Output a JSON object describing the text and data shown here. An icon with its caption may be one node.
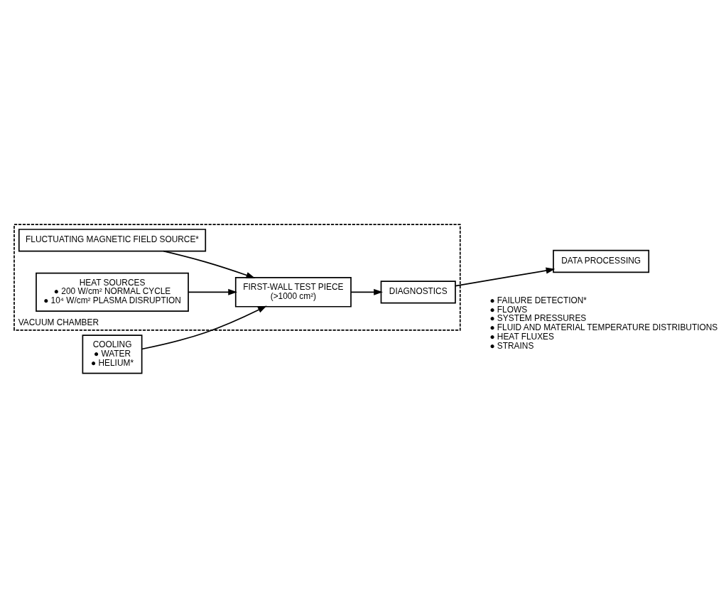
{
  "diagram": {
    "nodes": [
      {
        "text": [
          "VACUUM CHAMBER"
        ]
      },
      {
        "text": [
          "FLUCTUATING MAGNETIC FIELD SOURCE*"
        ],
        "in": 0
      },
      {
        "text": [
          "HEAT SOURCES",
          "● 200 W/cm² NORMAL CYCLE",
          "● 10⁴ W/cm² PLASMA DISRUPTION"
        ],
        "in": 0
      },
      {
        "text": [
          "FIRST-WALL TEST PIECE",
          "(>1000 cm²)"
        ],
        "in": 0
      },
      {
        "text": [
          "COOLING",
          "● WATER",
          "● HELIUM*"
        ]
      },
      {
        "text": [
          "DIAGNOSTICS"
        ],
        "in": 0,
        "beside": [
          "● FAILURE DETECTION*",
          "● FLOWS",
          "● SYSTEM PRESSURES",
          "● FLUID AND MATERIAL TEMPERATURE DISTRIBUTIONS",
          "● HEAT FLUXES",
          "● STRAINS"
        ]
      },
      {
        "text": [
          "DATA PROCESSING"
        ]
      }
    ],
    "edges": [
      {
        "from": 1,
        "to": 3,
        "arrow": "to"
      },
      {
        "from": 2,
        "to": 3,
        "arrow": "to"
      },
      {
        "from": 4,
        "to": 3,
        "arrow": "to"
      },
      {
        "from": 3,
        "to": 5,
        "arrow": "to"
      },
      {
        "from": 5,
        "to": 6,
        "arrow": "to"
      }
    ]
  }
}
